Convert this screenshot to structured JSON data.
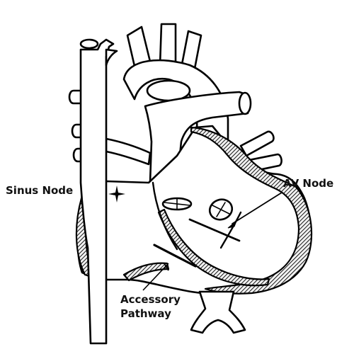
{
  "labels": {
    "sinus_node": "Sinus Node",
    "av_node": "AV Node",
    "accessory_line1": "Accessory",
    "accessory_line2": "Pathway"
  },
  "colors": {
    "ink": "#000000",
    "paper": "#ffffff"
  }
}
